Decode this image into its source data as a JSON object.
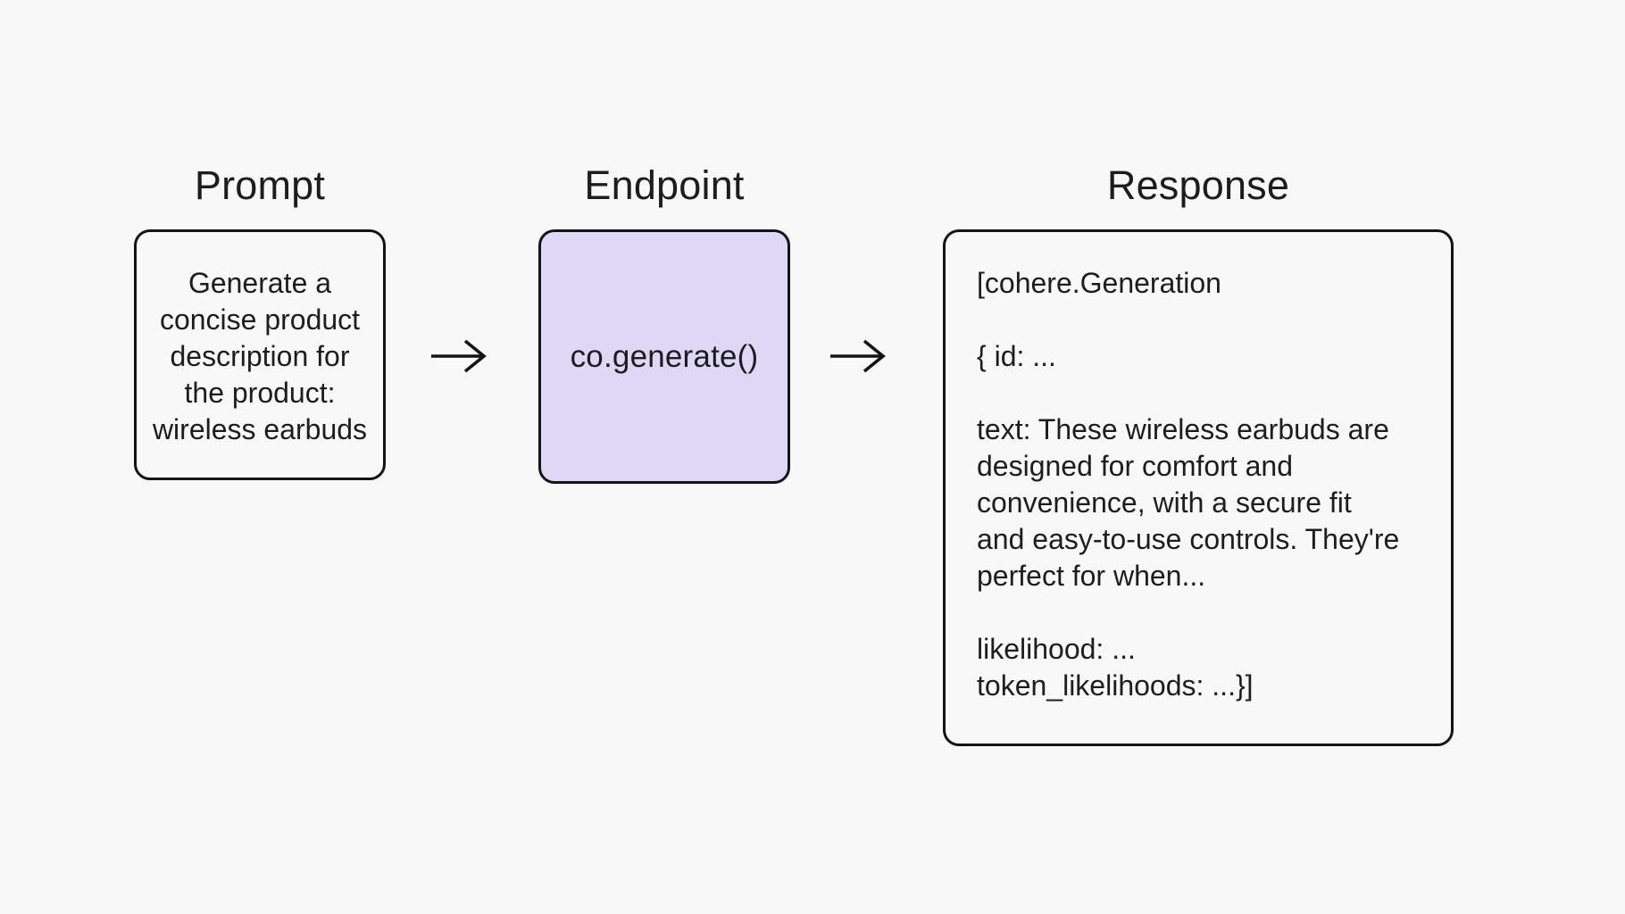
{
  "canvas": {
    "background": "#F8F8F8",
    "text_color": "#1D1D1D",
    "border_color": "#141414",
    "arrow_color": "#141414"
  },
  "flow": {
    "prompt": {
      "title": "Prompt",
      "content": "Generate a\nconcise product\ndescription for\nthe product:\nwireless earbuds"
    },
    "endpoint": {
      "title": "Endpoint",
      "content": "co.generate()",
      "fill": "#DED8F6"
    },
    "response": {
      "title": "Response",
      "content": "[cohere.Generation\n\n{ id: ...\n\ntext: These wireless earbuds are\ndesigned for comfort and\nconvenience, with a secure fit\nand easy-to-use controls. They're\nperfect for when...\n\nlikelihood: ...\ntoken_likelihoods: ...}]"
    }
  },
  "icons": {
    "arrow_1": "right-arrow",
    "arrow_2": "right-arrow"
  }
}
